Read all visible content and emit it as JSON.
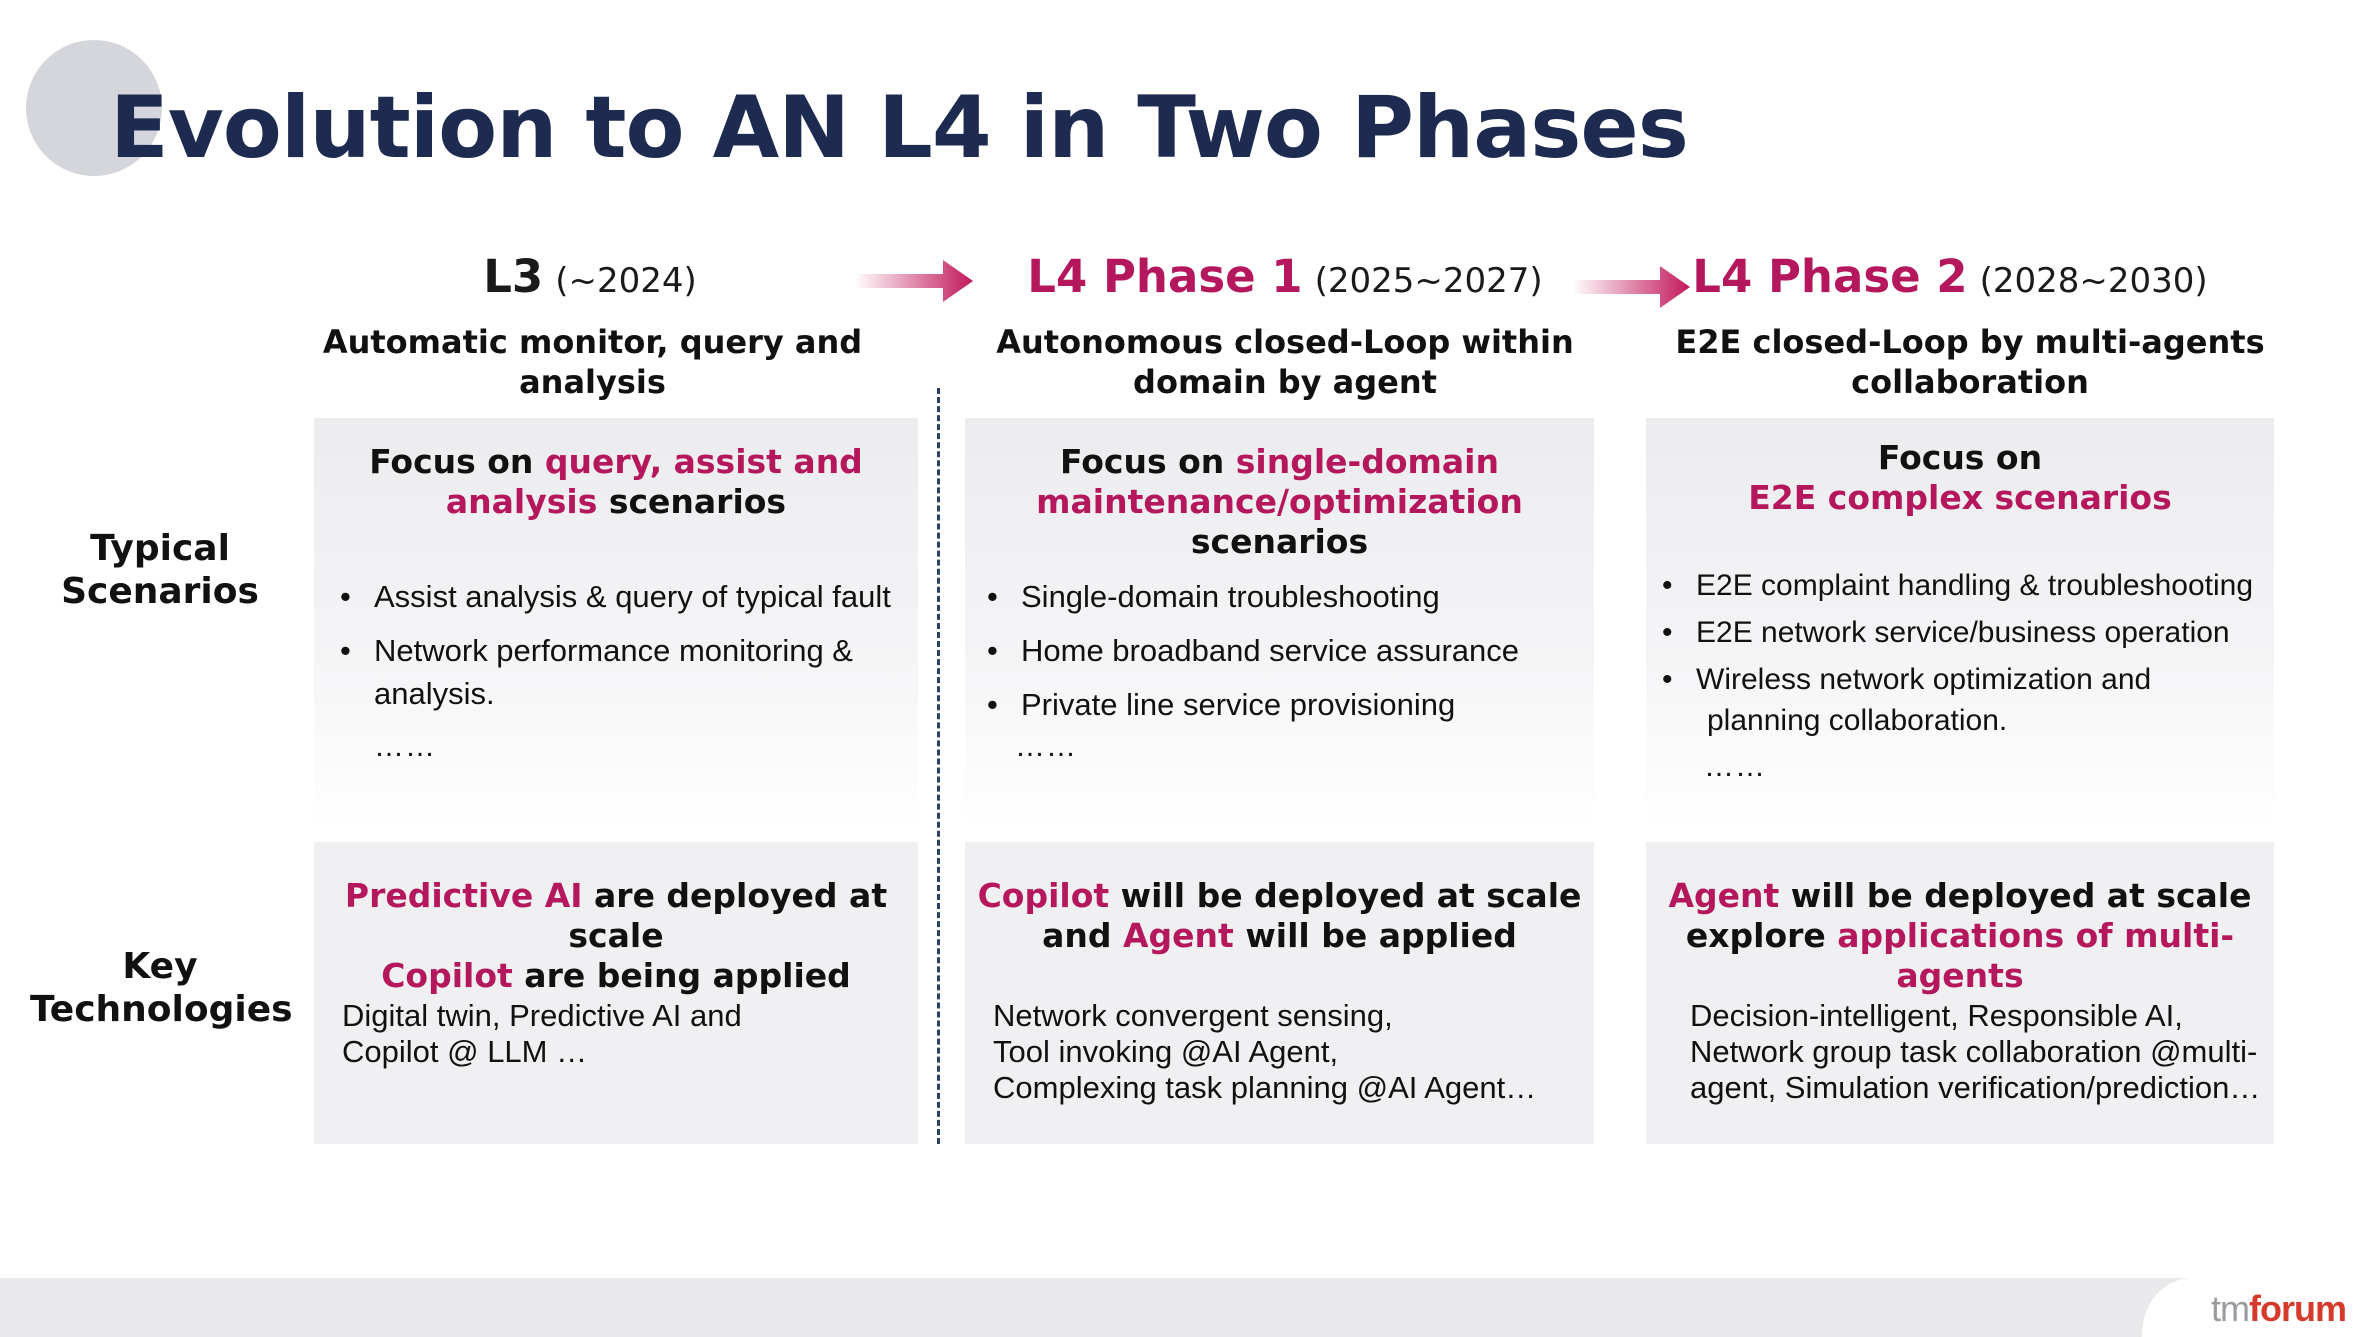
{
  "title": "Evolution to AN L4 in Two Phases",
  "accent_color": "#b5175d",
  "title_color": "#1c2b4f",
  "phases": [
    {
      "name": "L3",
      "years": "(~2024)",
      "subtitle_line1": "Automatic monitor, query and",
      "subtitle_line2": "analysis",
      "focus": {
        "pre": "Focus on ",
        "hl1": "query, assist and",
        "hl2": "analysis",
        "post": " scenarios"
      },
      "bullets": [
        "Assist analysis & query of typical fault",
        "Network performance monitoring &",
        "analysis."
      ],
      "ellipsis": "……",
      "tech_head": {
        "hl1": "Predictive AI",
        "t1": " are deployed at scale",
        "hl2": "Copilot",
        "t2": " are being applied"
      },
      "tech_lines": [
        "Digital twin, Predictive AI and",
        "Copilot @ LLM …"
      ]
    },
    {
      "name": "L4 Phase 1",
      "years": "(2025~2027)",
      "subtitle_line1": "Autonomous closed-Loop within",
      "subtitle_line2": "domain by agent",
      "focus": {
        "pre": "Focus on ",
        "hl1": "single-domain",
        "hl2": "maintenance/optimization",
        "post": " scenarios"
      },
      "bullets": [
        "Single-domain troubleshooting",
        "Home broadband service assurance",
        "Private line service provisioning"
      ],
      "ellipsis": "……",
      "tech_head": {
        "hl1": "Copilot",
        "t1": " will be deployed at scale",
        "t2a": "and ",
        "hl2": "Agent",
        "t2": " will be applied"
      },
      "tech_lines": [
        "Network convergent sensing,",
        "Tool invoking @AI Agent,",
        "Complexing task planning @AI Agent…"
      ]
    },
    {
      "name": "L4 Phase 2",
      "years": "(2028~2030)",
      "subtitle_line1": "E2E closed-Loop by multi-agents",
      "subtitle_line2": "collaboration",
      "focus": {
        "pre": "Focus on",
        "hl1": "E2E complex scenarios"
      },
      "bullets": [
        "E2E complaint handling & troubleshooting",
        "E2E network service/business operation",
        "Wireless network optimization and"
      ],
      "bullet_continuation": "planning collaboration.",
      "ellipsis": "……",
      "tech_head": {
        "hl1": "Agent",
        "t1": " will be deployed at scale",
        "t2a": "explore ",
        "hl2": "applications of multi-agents"
      },
      "tech_lines": [
        "Decision-intelligent, Responsible AI,",
        "Network group task collaboration @multi-",
        "agent, Simulation verification/prediction…"
      ]
    }
  ],
  "row_labels": {
    "typical_line1": "Typical",
    "typical_line2": "Scenarios",
    "key_line1": "Key",
    "key_line2": "Technologies"
  },
  "footer": {
    "logo_tm": "tm",
    "logo_forum": "forum"
  }
}
